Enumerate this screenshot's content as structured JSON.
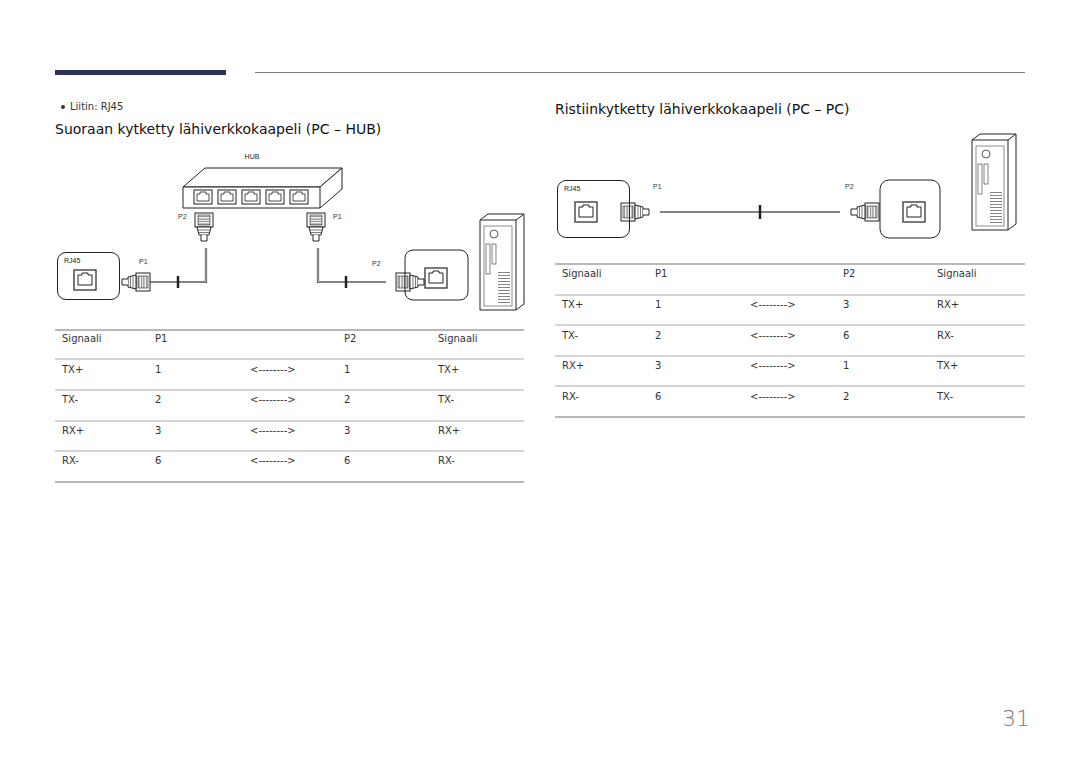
{
  "diagram": {
    "nodes": [
      {
        "text": [
          "HUB"
        ]
      },
      {
        "text": [
          "RJ45"
        ]
      },
      {
        "text": [
          "RJ45"
        ]
      }
    ],
    "labels": [
      "Liitin: RJ45",
      "Suoraan kytketty lähiverkkokaapeli (PC – HUB)",
      "P2",
      "P1",
      "P1",
      "P2",
      "Signaali",
      "P1",
      "P2",
      "Signaali",
      "TX+",
      "1",
      "<-------->",
      "1",
      "TX+",
      "TX-",
      "2",
      "<-------->",
      "2",
      "TX-",
      "RX+",
      "3",
      "<-------->",
      "3",
      "RX+",
      "RX-",
      "6",
      "<-------->",
      "6",
      "RX-",
      "Ristiinkytketty lähiverkkokaapeli (PC – PC)",
      "P1",
      "P2",
      "Signaali",
      "P1",
      "P2",
      "Signaali",
      "TX+",
      "1",
      "<-------->",
      "3",
      "RX+",
      "TX-",
      "2",
      "<-------->",
      "6",
      "RX-",
      "RX+",
      "3",
      "<-------->",
      "1",
      "TX+",
      "RX-",
      "6",
      "<-------->",
      "2",
      "TX-",
      "31"
    ]
  }
}
